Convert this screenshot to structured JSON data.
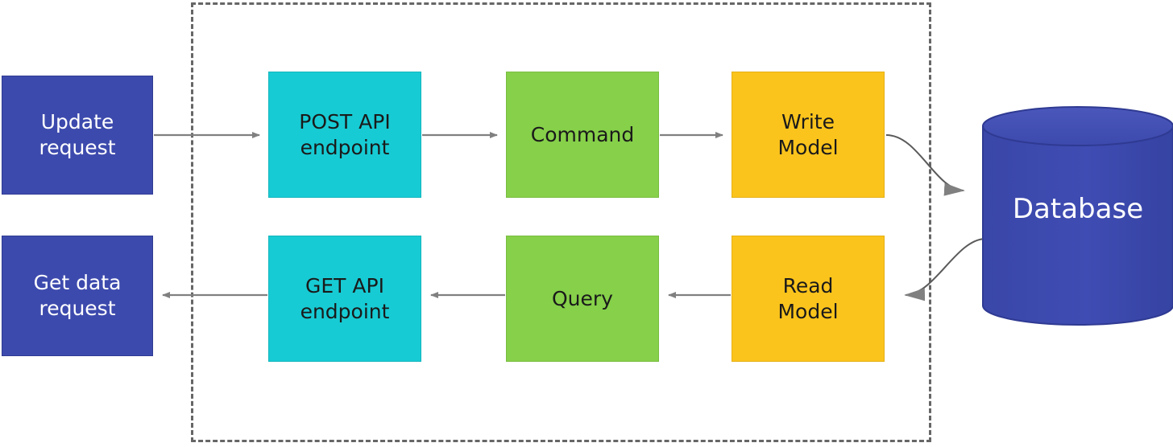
{
  "diagram": {
    "title": "CQRS request flow",
    "boundary": {
      "name": "service-boundary",
      "style": "dashed"
    },
    "colors": {
      "request_blue": "#3d4aad",
      "api_cyan": "#17cbd4",
      "handler_green": "#86d04a",
      "model_yellow": "#fbc41c",
      "database_blue": "#3d4aad",
      "edge_gray": "#666666",
      "background": "#ffffff"
    },
    "nodes": {
      "update_request": "Update\nrequest",
      "post_api": "POST API\nendpoint",
      "command": "Command",
      "write_model": "Write\nModel",
      "get_data_request": "Get data\nrequest",
      "get_api": "GET API\nendpoint",
      "query": "Query",
      "read_model": "Read\nModel",
      "database": "Database"
    },
    "edges": [
      {
        "from": "update_request",
        "to": "post_api",
        "direction": "right"
      },
      {
        "from": "post_api",
        "to": "command",
        "direction": "right"
      },
      {
        "from": "command",
        "to": "write_model",
        "direction": "right"
      },
      {
        "from": "write_model",
        "to": "database",
        "direction": "curve-down-right"
      },
      {
        "from": "database",
        "to": "read_model",
        "direction": "curve-down-left"
      },
      {
        "from": "read_model",
        "to": "query",
        "direction": "left"
      },
      {
        "from": "query",
        "to": "get_api",
        "direction": "left"
      },
      {
        "from": "get_api",
        "to": "get_data_request",
        "direction": "left"
      }
    ]
  }
}
